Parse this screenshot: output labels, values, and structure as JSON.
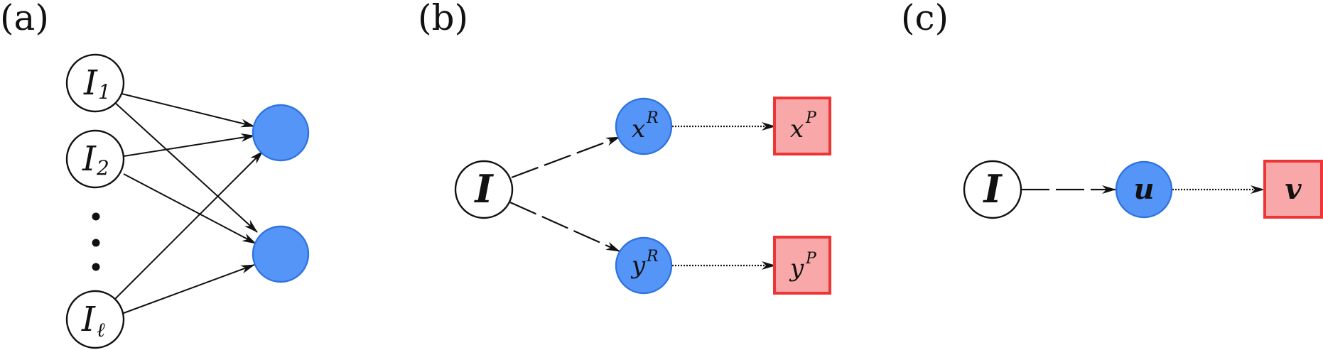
{
  "panels": {
    "a": {
      "label": "(a)",
      "inputs": [
        {
          "main": "I",
          "sub": "1"
        },
        {
          "main": "I",
          "sub": "2"
        },
        {
          "main": "I",
          "sub": "ℓ"
        }
      ]
    },
    "b": {
      "label": "(b)",
      "input": "I",
      "xr": {
        "main": "x",
        "sup": "R"
      },
      "yr": {
        "main": "y",
        "sup": "R"
      },
      "xp": {
        "main": "x",
        "sup": "P"
      },
      "yp": {
        "main": "y",
        "sup": "P"
      }
    },
    "c": {
      "label": "(c)",
      "input": "I",
      "u": "u",
      "v": "v"
    }
  },
  "colors": {
    "blue_node": "#5595f7",
    "blue_stroke": "#2f73e0",
    "red_node": "#f8a8a8",
    "red_stroke": "#ee3535"
  }
}
